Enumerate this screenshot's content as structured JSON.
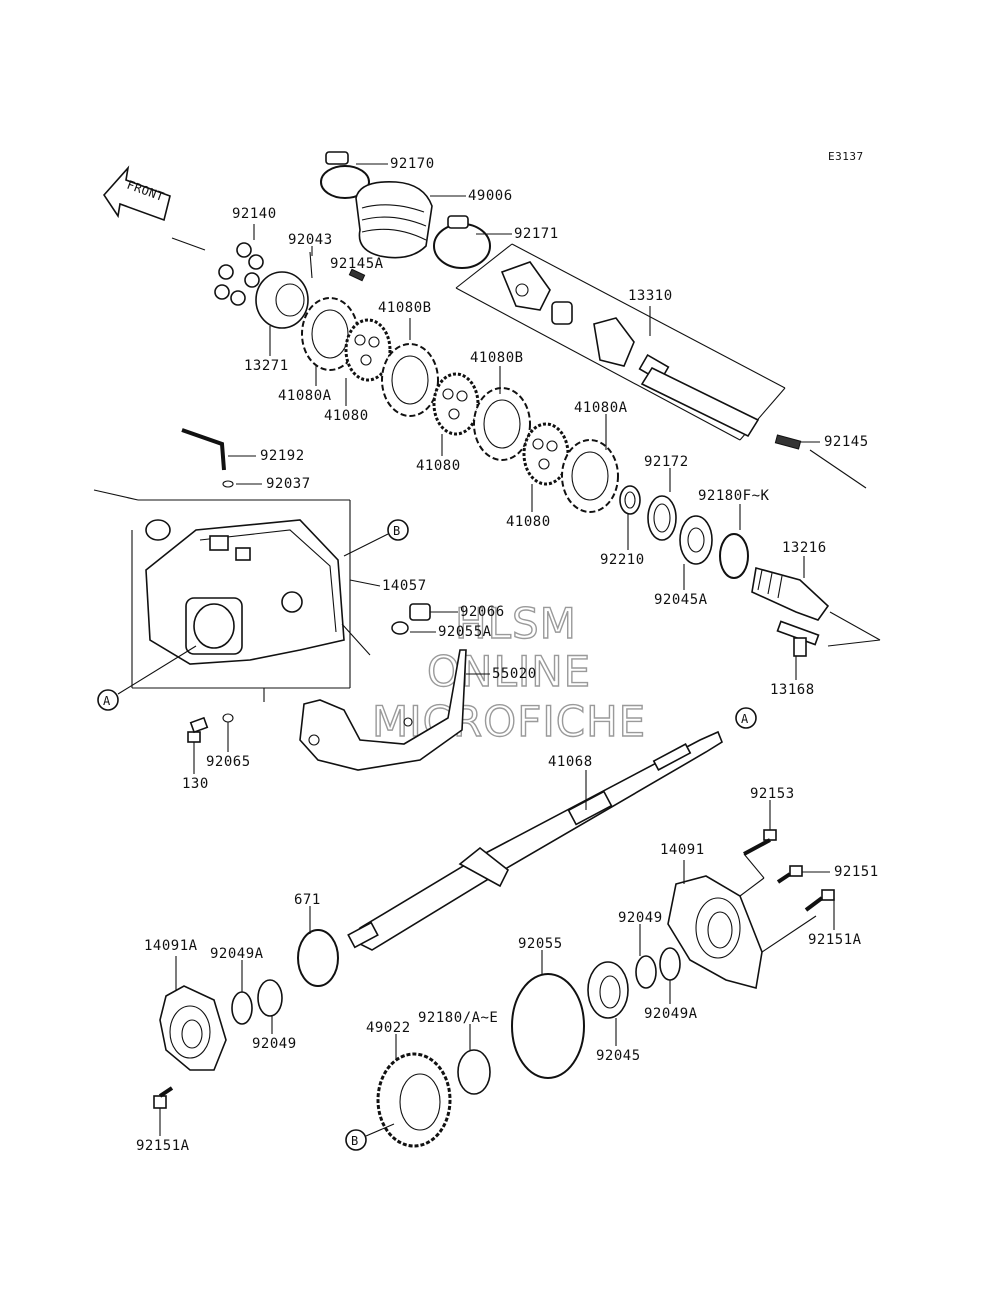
{
  "diagram": {
    "code": "E3137",
    "front_arrow_text": "FRONT",
    "callouts": {
      "a": "A",
      "b": "B"
    },
    "watermark": [
      "HLSM",
      "ONLINE",
      "MICROFICHE"
    ],
    "labels": {
      "p92170": "92170",
      "p49006": "49006",
      "p92171": "92171",
      "p92140": "92140",
      "p92043": "92043",
      "p92145a": "92145A",
      "p13310": "13310",
      "p41080b_1": "41080B",
      "p41080b_2": "41080B",
      "p13271": "13271",
      "p41080a_1": "41080A",
      "p41080_1": "41080",
      "p41080_2": "41080",
      "p41080a_2": "41080A",
      "p41080_3": "41080",
      "p92145": "92145",
      "p92192": "92192",
      "p92037": "92037",
      "p92172": "92172",
      "p92180fk": "92180F~K",
      "p92210": "92210",
      "p14057": "14057",
      "p13216": "13216",
      "p92045a": "92045A",
      "p92066": "92066",
      "p92055a": "92055A",
      "p13168": "13168",
      "p55020": "55020",
      "p92065": "92065",
      "p130": "130",
      "p41068": "41068",
      "p92153": "92153",
      "p14091": "14091",
      "p92151": "92151",
      "p671": "671",
      "p92049_r": "92049",
      "p92151a_r": "92151A",
      "p14091a": "14091A",
      "p92049a_l": "92049A",
      "p92055": "92055",
      "p92049_l": "92049",
      "p92180ae": "92180/A~E",
      "p49022": "49022",
      "p92049a_r": "92049A",
      "p92045": "92045",
      "p92151a_l": "92151A"
    }
  }
}
